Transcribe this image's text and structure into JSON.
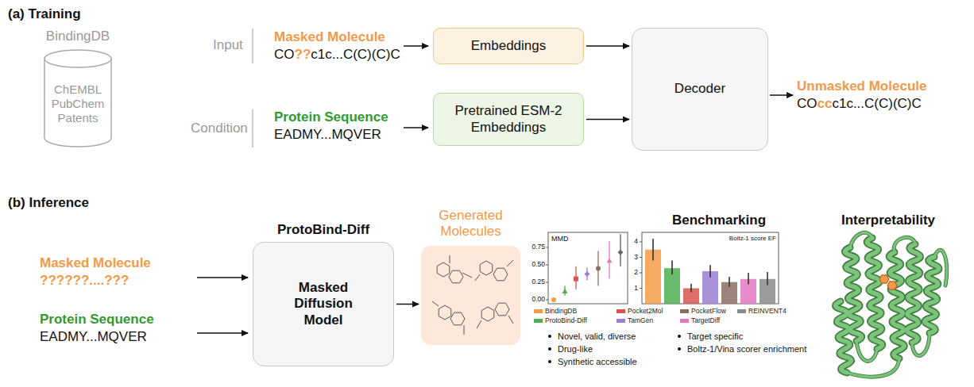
{
  "diagram": {
    "nodes": [
      {
        "text": [
          "BindingDB",
          "ChEMBL PubChem Patents"
        ]
      },
      {
        "text": [
          "Embeddings"
        ]
      },
      {
        "text": [
          "Pretrained ESM-2 Embeddings"
        ]
      },
      {
        "text": [
          "Decoder"
        ]
      },
      {
        "text": [
          "ProtoBind-Diff",
          "Masked Diffusion Model"
        ]
      },
      {
        "text": [
          "Generated Molecules"
        ]
      }
    ],
    "edges": [
      {
        "from": 1,
        "to": 3,
        "arrow": "to"
      },
      {
        "from": 2,
        "to": 3,
        "arrow": "to"
      },
      {
        "from": 4,
        "to": 5,
        "arrow": "to"
      }
    ],
    "labels": [
      "(a) Training",
      "Input",
      "Masked Molecule",
      "CO",
      "??",
      "c1c...C(C)(C)C",
      "Condition",
      "Protein Sequence",
      "EADMY...MQVER",
      "Unmasked Molecule",
      "CO",
      "cc",
      "c1c...C(C)(C)C",
      "(b) Inference",
      "Masked Molecule",
      "??????....???",
      "Protein Sequence",
      "EADMY...MQVER",
      "Benchmarking",
      "MMD",
      "0.75",
      "0.50",
      "0.25",
      "0.00",
      "Boltz-1 score EF",
      "4",
      "3",
      "2",
      "1",
      "Novel, valid, diverse",
      "Drug-like",
      "Synthetic accessible",
      "Target specific",
      "Boltz-1/Vina scorer enrichment",
      "Interpretability"
    ],
    "legend": [
      {
        "text": "BindingDB",
        "color": "#f39c45"
      },
      {
        "text": "ProtoBind-Diff",
        "color": "#4caf50"
      },
      {
        "text": "Pocket2Mol",
        "color": "#d9534f"
      },
      {
        "text": "TamGen",
        "color": "#9b7fd4"
      },
      {
        "text": "PocketFlow",
        "color": "#8c6d62"
      },
      {
        "text": "TargetDiff",
        "color": "#e377c2"
      },
      {
        "text": "REINVENT4",
        "color": "#8a8a8a"
      }
    ]
  }
}
